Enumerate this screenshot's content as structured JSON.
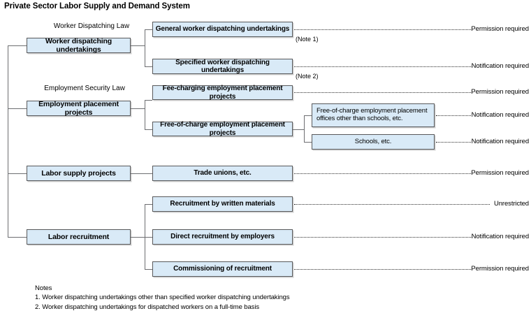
{
  "title": "Private Sector Labor Supply and Demand System",
  "captions": {
    "worker_dispatching_law": "Worker Dispatching Law",
    "employment_security_law": "Employment Security Law"
  },
  "nodes": {
    "worker_dispatching_undertakings": "Worker dispatching undertakings",
    "general_worker_dispatching": "General worker dispatching undertakings",
    "specified_worker_dispatching": "Specified worker dispatching undertakings",
    "employment_placement_projects": "Employment placement projects",
    "fee_charging_placement": "Fee-charging employment placement projects",
    "free_of_charge_placement": "Free-of-charge employment placement projects",
    "free_of_charge_offices": "Free-of-charge employment placement offices other than schools, etc.",
    "schools": "Schools, etc.",
    "labor_supply_projects": "Labor supply projects",
    "trade_unions": "Trade unions, etc.",
    "labor_recruitment": "Labor recruitment",
    "recruitment_written_materials": "Recruitment by written materials",
    "direct_recruitment": "Direct recruitment by employers",
    "commissioning_recruitment": "Commissioning of recruitment"
  },
  "note_markers": {
    "note1": "(Note 1)",
    "note2": "(Note 2)"
  },
  "statuses": {
    "general_worker_dispatching": "Permission required",
    "specified_worker_dispatching": "Notification required",
    "fee_charging_placement": "Permission required",
    "free_of_charge_offices": "Notification required",
    "schools": "Notification required",
    "trade_unions": "Permission required",
    "recruitment_written_materials": "Unrestricted",
    "direct_recruitment": "Notification required",
    "commissioning_recruitment": "Permission required"
  },
  "notes": {
    "heading": "Notes",
    "items": [
      "1. Worker dispatching undertakings other than specified worker dispatching undertakings",
      "2. Worker dispatching undertakings for dispatched workers on a full-time basis"
    ]
  },
  "colors": {
    "box_fill": "#d9eaf7",
    "box_border": "#58595b",
    "connector": "#6d6e71",
    "leader": "#2b2b2b",
    "background": "#ffffff"
  }
}
